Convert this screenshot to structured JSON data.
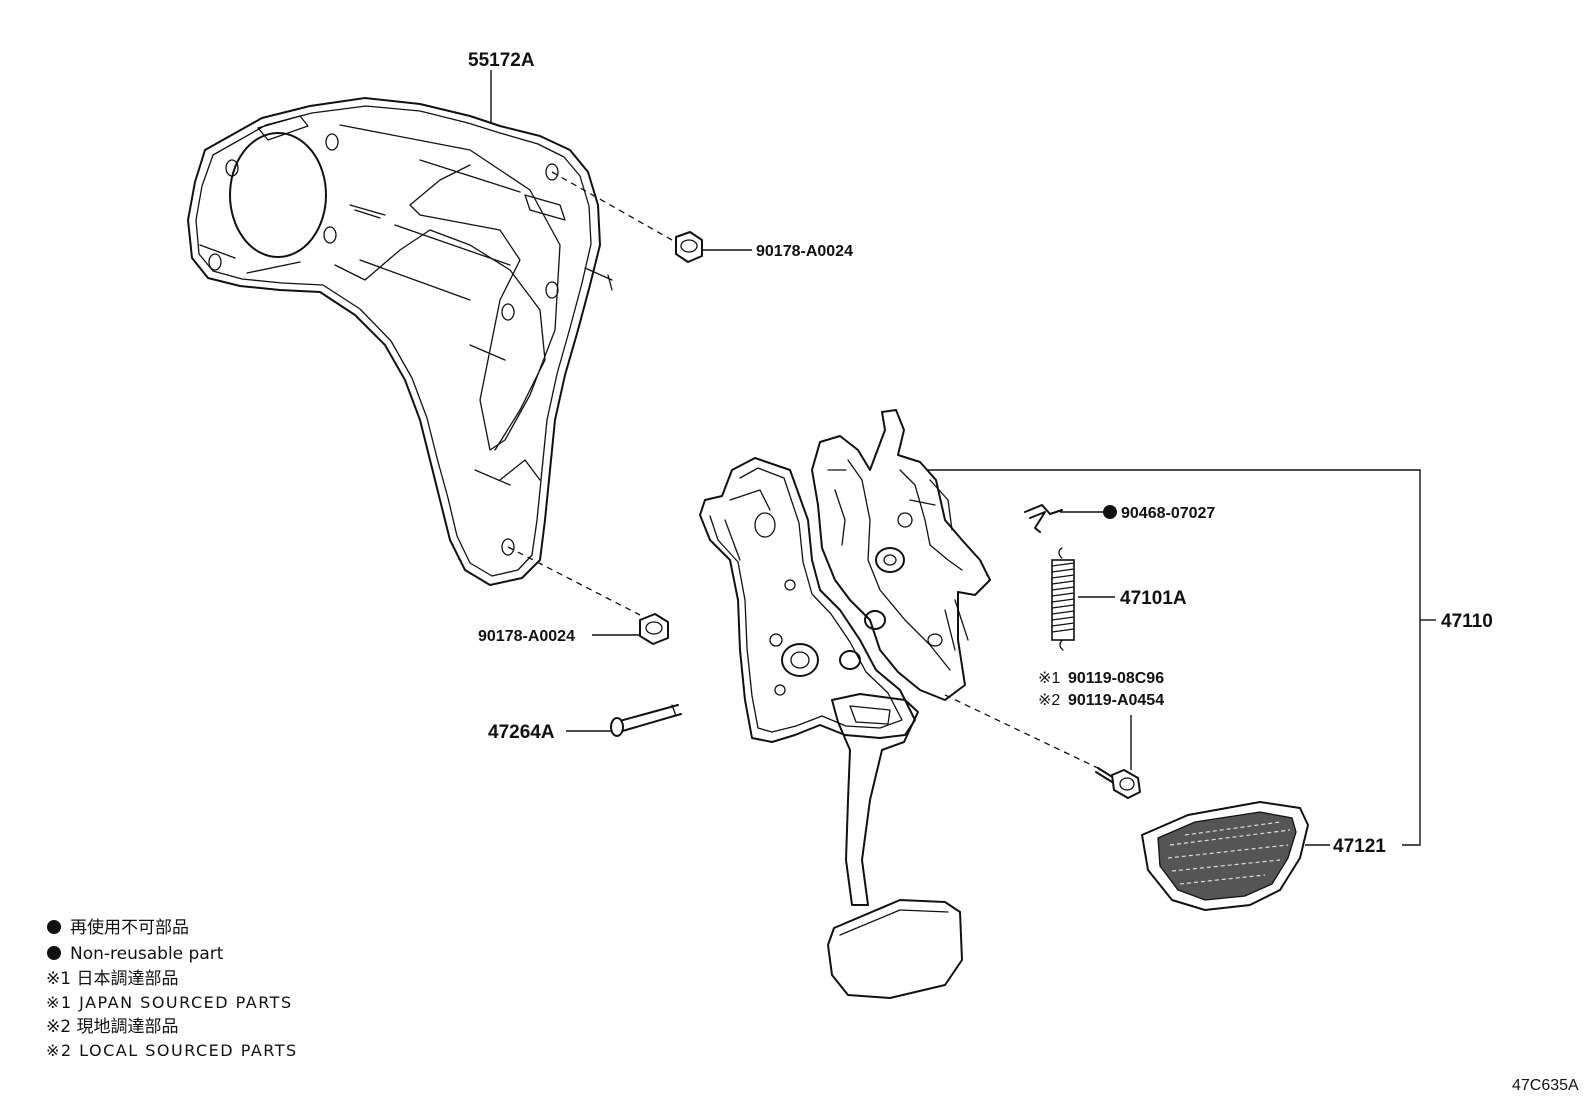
{
  "parts": {
    "bracket": "55172A",
    "nut_upper": "90178-A0024",
    "nut_lower": "90178-A0024",
    "pin": "47264A",
    "clip": "90468-07027",
    "spring": "47101A",
    "bolt_japan": "90119-08C96",
    "bolt_local": "90119-A0454",
    "bolt_mark_1": "※1",
    "bolt_mark_2": "※2",
    "pedal_assembly": "47110",
    "pedal_pad": "47121"
  },
  "legend": {
    "nonreusable_jp": "再使用不可部品",
    "nonreusable_en": "Non-reusable part",
    "japan_jp": "※1 日本調達部品",
    "japan_en": "※1 JAPAN SOURCED PARTS",
    "local_jp": "※2 現地調達部品",
    "local_en": "※2 LOCAL SOURCED PARTS"
  },
  "diagram_code": "47C635A"
}
